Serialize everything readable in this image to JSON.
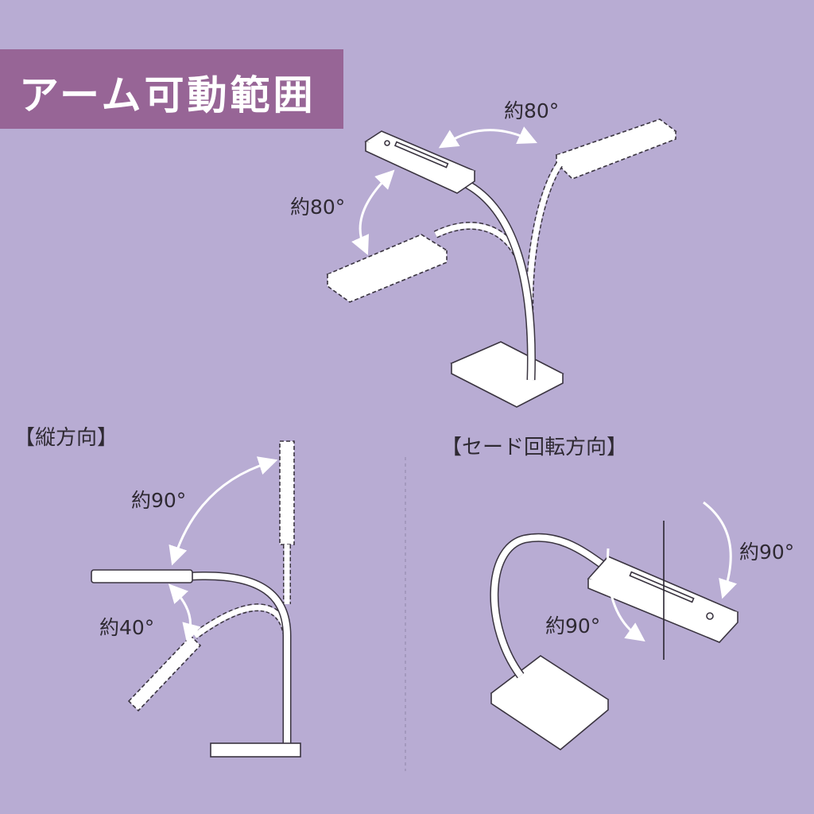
{
  "title": "アーム可動範囲",
  "colors": {
    "background": "#b8acd3",
    "title_box": "#976596",
    "line": "#3a3440",
    "fill": "#ffffff"
  },
  "top_diagram": {
    "horizontal_angle": "約80°",
    "vertical_angle": "約80°"
  },
  "vertical_section": {
    "heading": "【縦方向】",
    "up_angle": "約90°",
    "down_angle": "約40°"
  },
  "rotation_section": {
    "heading": "【セード回転方向】",
    "right_angle": "約90°",
    "left_angle": "約90°"
  }
}
